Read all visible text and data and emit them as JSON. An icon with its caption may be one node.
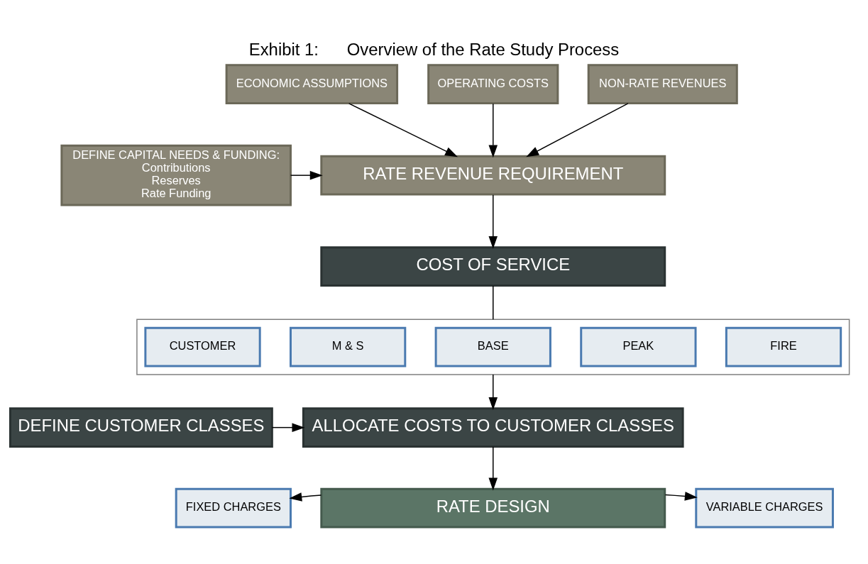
{
  "diagram": {
    "title": "Exhibit 1:      Overview of the Rate Study Process",
    "nodes": [
      {
        "text": [
          "DEFINE CAPITAL NEEDS & FUNDING:",
          "Contributions",
          "Reserves",
          "Rate Funding"
        ]
      },
      {
        "text": [
          "RATE REVENUE REQUIREMENT"
        ]
      },
      {
        "text": [
          "ECONOMIC ASSUMPTIONS"
        ]
      },
      {
        "text": [
          "OPERATING COSTS"
        ]
      },
      {
        "text": [
          "NON-RATE REVENUES"
        ]
      },
      {
        "text": [
          "COST OF SERVICE"
        ]
      },
      {
        "text": [],
        "shape": "box"
      },
      {
        "text": [
          "CUSTOMER"
        ],
        "in": 6
      },
      {
        "text": [
          "M & S"
        ],
        "in": 6
      },
      {
        "text": [
          "BASE"
        ],
        "in": 6
      },
      {
        "text": [
          "PEAK"
        ],
        "in": 6
      },
      {
        "text": [
          "FIRE"
        ],
        "in": 6
      },
      {
        "text": [
          "DEFINE CUSTOMER CLASSES"
        ]
      },
      {
        "text": [
          "ALLOCATE COSTS TO CUSTOMER CLASSES"
        ]
      },
      {
        "text": [
          "RATE DESIGN"
        ]
      },
      {
        "text": [
          "FIXED CHARGES"
        ]
      },
      {
        "text": [
          "VARIABLE CHARGES"
        ]
      }
    ],
    "edges": [
      {
        "from": 0,
        "to": 1,
        "arrow": "to"
      },
      {
        "from": 2,
        "to": 1,
        "arrow": "to"
      },
      {
        "from": 3,
        "to": 1,
        "arrow": "to"
      },
      {
        "from": 4,
        "to": 1,
        "arrow": "to"
      },
      {
        "from": 1,
        "to": 5,
        "arrow": "to"
      },
      {
        "from": 5,
        "to": 6,
        "arrow": "none"
      },
      {
        "from": 6,
        "to": 13,
        "arrow": "to"
      },
      {
        "from": 12,
        "to": 13,
        "arrow": "to"
      },
      {
        "from": 13,
        "to": 14,
        "arrow": "to"
      },
      {
        "from": 14,
        "to": 15,
        "arrow": "to"
      },
      {
        "from": 14,
        "to": 16,
        "arrow": "to"
      }
    ]
  }
}
